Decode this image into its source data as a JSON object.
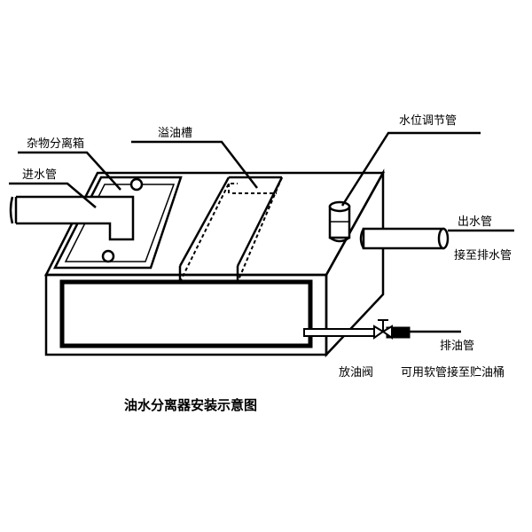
{
  "diagram": {
    "title": "油水分离器安装示意图",
    "labels": {
      "debris_separator": "杂物分离箱",
      "inlet_pipe": "进水管",
      "overflow_trough": "溢油槽",
      "water_level_regulator": "水位调节管",
      "outlet_pipe": "出水管",
      "to_drain": "接至排水管",
      "oil_drain_pipe": "排油管",
      "drain_valve": "放油阀",
      "hose_to_tank": "可用软管接至贮油桶"
    },
    "colors": {
      "line": "#000000",
      "background": "#ffffff"
    }
  }
}
